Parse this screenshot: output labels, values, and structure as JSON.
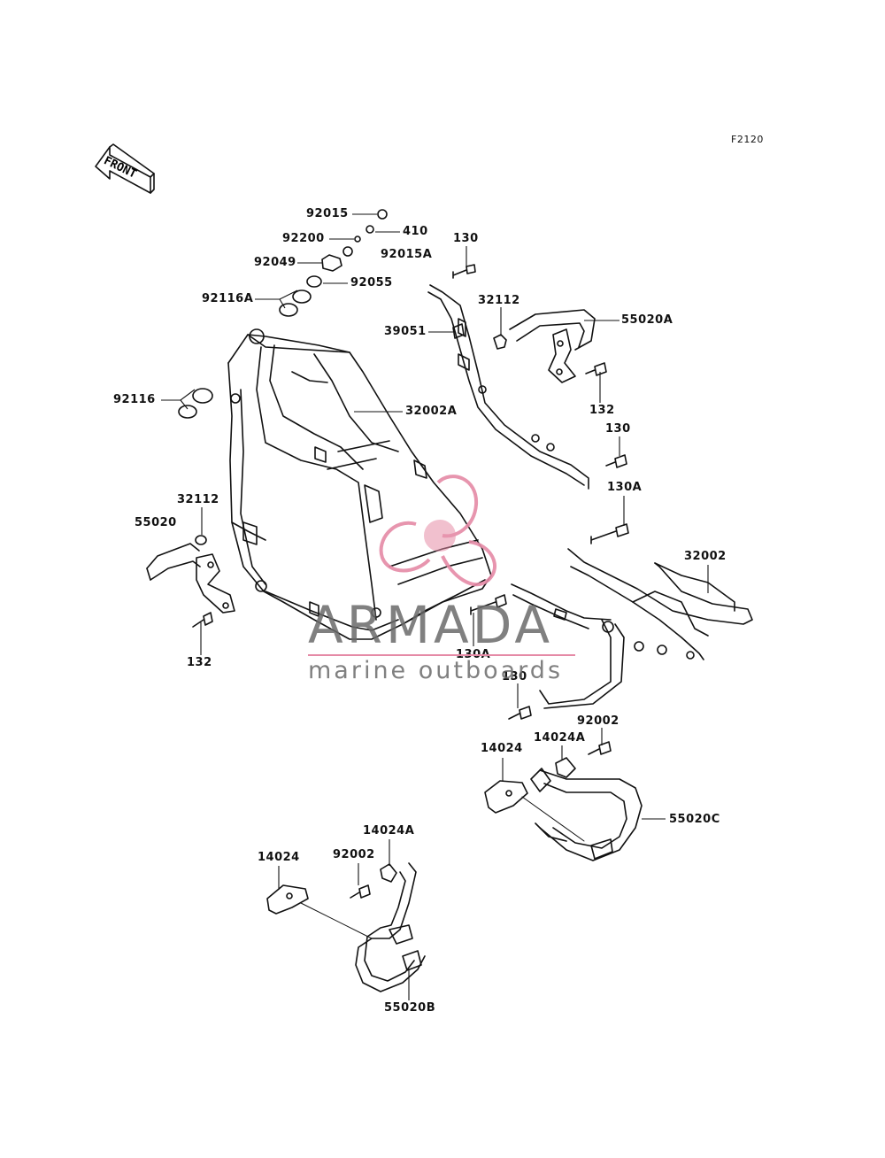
{
  "figure_id": "F2120",
  "front_label": "FRONT",
  "watermark": {
    "brand": "ARMADA",
    "tagline": "marine outboards"
  },
  "parts": [
    {
      "id": "92015"
    },
    {
      "id": "410"
    },
    {
      "id": "92200"
    },
    {
      "id": "92015A"
    },
    {
      "id": "92049"
    },
    {
      "id": "92055"
    },
    {
      "id": "92116A"
    },
    {
      "id": "130"
    },
    {
      "id": "32112"
    },
    {
      "id": "55020A"
    },
    {
      "id": "39051"
    },
    {
      "id": "132"
    },
    {
      "id": "92116"
    },
    {
      "id": "32002A"
    },
    {
      "id": "130"
    },
    {
      "id": "130A"
    },
    {
      "id": "32112"
    },
    {
      "id": "55020"
    },
    {
      "id": "32002"
    },
    {
      "id": "132"
    },
    {
      "id": "130A"
    },
    {
      "id": "130"
    },
    {
      "id": "92002"
    },
    {
      "id": "14024"
    },
    {
      "id": "14024A"
    },
    {
      "id": "55020C"
    },
    {
      "id": "14024A"
    },
    {
      "id": "14024"
    },
    {
      "id": "92002"
    },
    {
      "id": "55020B"
    }
  ],
  "colors": {
    "line": "#111111",
    "watermark_gray": "#6a6a6a",
    "watermark_pink": "#e58aa6"
  }
}
